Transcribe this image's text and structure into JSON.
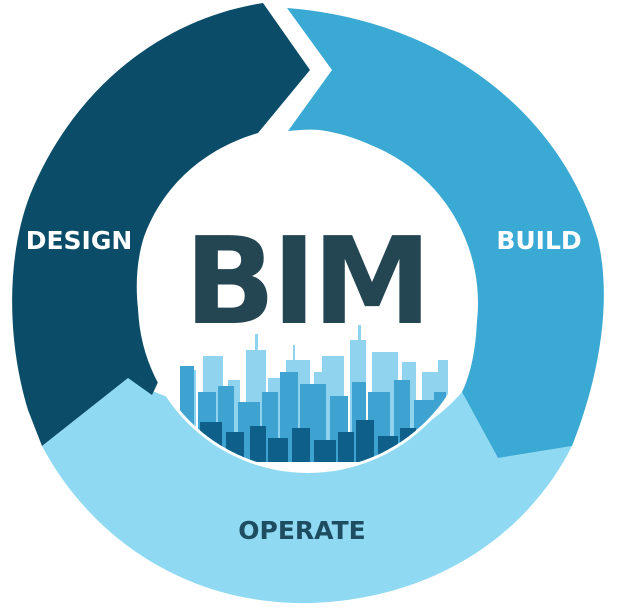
{
  "title": "BIM",
  "stages": [
    {
      "id": "design",
      "label": "DESIGN",
      "color": "#0b4d68"
    },
    {
      "id": "build",
      "label": "BUILD",
      "color": "#3aa9d3"
    },
    {
      "id": "operate",
      "label": "OPERATE",
      "color": "#8fdaf2"
    }
  ],
  "colors": {
    "title": "#244653",
    "operate_label": "#1e4d61",
    "skyline_light": "#8fd3ee",
    "skyline_mid": "#3ea3d0",
    "skyline_dark": "#0e5f8a",
    "background": "#ffffff"
  },
  "icons": {
    "skyline": "city-skyline-icon",
    "arrow_tip": "arrow-head-icon"
  }
}
